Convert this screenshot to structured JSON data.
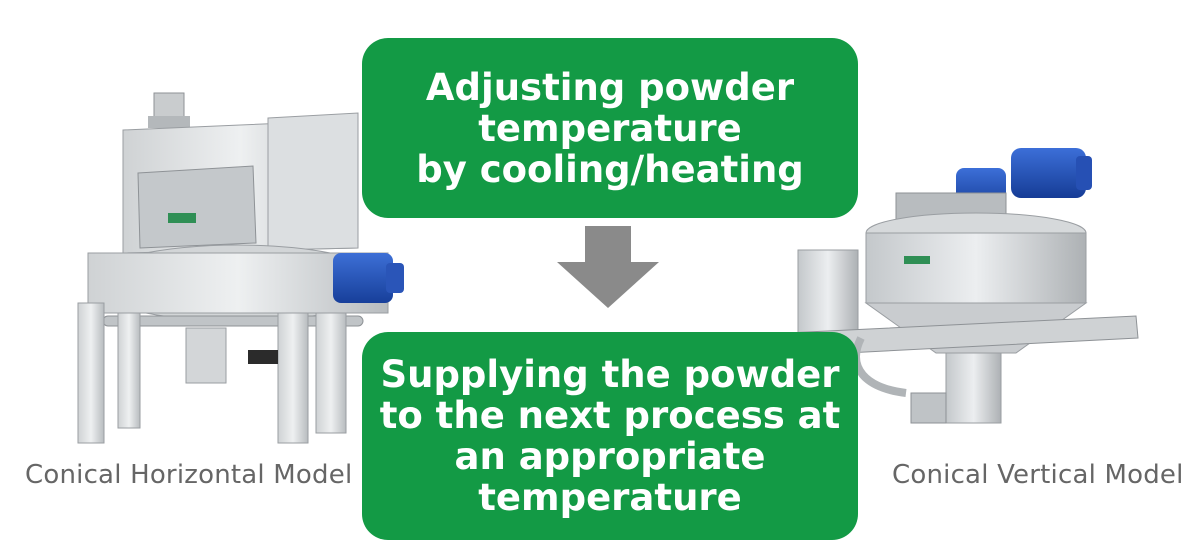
{
  "colors": {
    "box_green": "#139a45",
    "arrow_gray": "#8a8a8a",
    "caption_gray": "#666666"
  },
  "top_box": {
    "text": "Adjusting powder\ntemperature\nby cooling/heating"
  },
  "bottom_box": {
    "text": "Supplying the powder\nto the next process at\nan appropriate\ntemperature"
  },
  "left_machine": {
    "caption": "Conical Horizontal Model",
    "icon": "horizontal-mixer-machine-icon"
  },
  "right_machine": {
    "caption": "Conical Vertical Model",
    "icon": "vertical-mixer-machine-icon"
  },
  "arrow": {
    "icon": "down-arrow-icon"
  }
}
